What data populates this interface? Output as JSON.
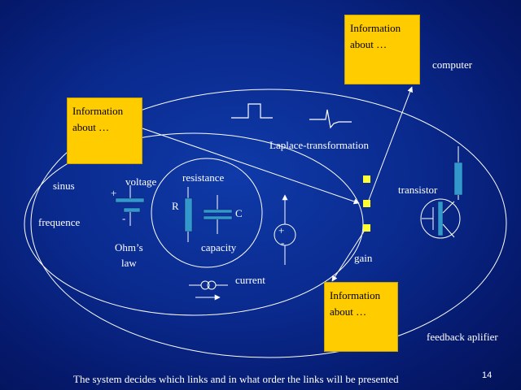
{
  "info_box_text": [
    "Information",
    "about …"
  ],
  "labels": {
    "computer": "computer",
    "laplace": "Laplace-transformation",
    "sinus": "sinus",
    "frequence": "frequence",
    "voltage": "voltage",
    "resistance": "resistance",
    "r": "R",
    "c": "C",
    "ohms_law_1": "Ohm’s",
    "ohms_law_2": "law",
    "capacity": "capacity",
    "current": "current",
    "transistor": "transistor",
    "gain": "gain",
    "feedback": "feedback aplifier",
    "plus": "+",
    "minus": "-"
  },
  "footer": "The system decides which links and in what order the links will be presented",
  "page_number": "14",
  "colors": {
    "accent": "#ffcc00",
    "node": "#ffff33",
    "element": "#3399cc"
  }
}
